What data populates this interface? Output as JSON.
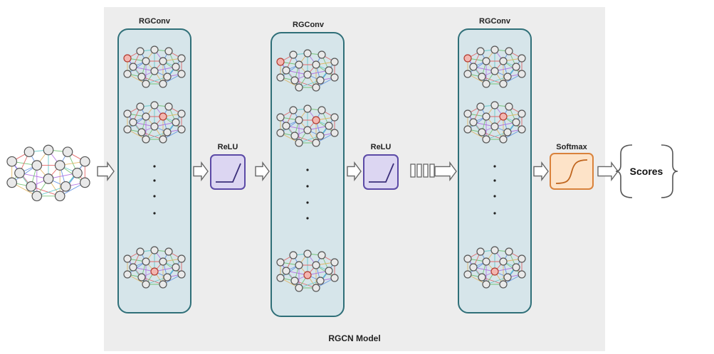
{
  "model": {
    "label": "RGCN Model",
    "background_color": "#ededed"
  },
  "layers": [
    {
      "label": "RGConv"
    },
    {
      "label": "RGConv"
    },
    {
      "label": "RGConv"
    }
  ],
  "activations": [
    {
      "label": "ReLU",
      "curve": "relu"
    },
    {
      "label": "ReLU",
      "curve": "relu"
    },
    {
      "label": "Softmax",
      "curve": "sigmoid"
    }
  ],
  "output": {
    "label": "Scores"
  },
  "colors": {
    "layer_fill": "#d6e5ea",
    "layer_stroke": "#2f6f78",
    "relu_fill": "#dcd6f2",
    "relu_stroke": "#5b4aa6",
    "softmax_fill": "#fde3c8",
    "softmax_stroke": "#d9823b",
    "node_fill": "#e9e9e9",
    "node_stroke": "#555555",
    "highlight_fill": "#f3b6b0",
    "highlight_stroke": "#b23a2f",
    "edge_colors": [
      "#e25a5a",
      "#5a8de2",
      "#6cc06c",
      "#e2b35a",
      "#b06ce2",
      "#5ac7c7"
    ]
  },
  "icons": {
    "arrow": "hollow-right-arrow",
    "bars": "stacked-bars-icon",
    "graph": "graph-icon",
    "brace": "curly-bracket"
  }
}
